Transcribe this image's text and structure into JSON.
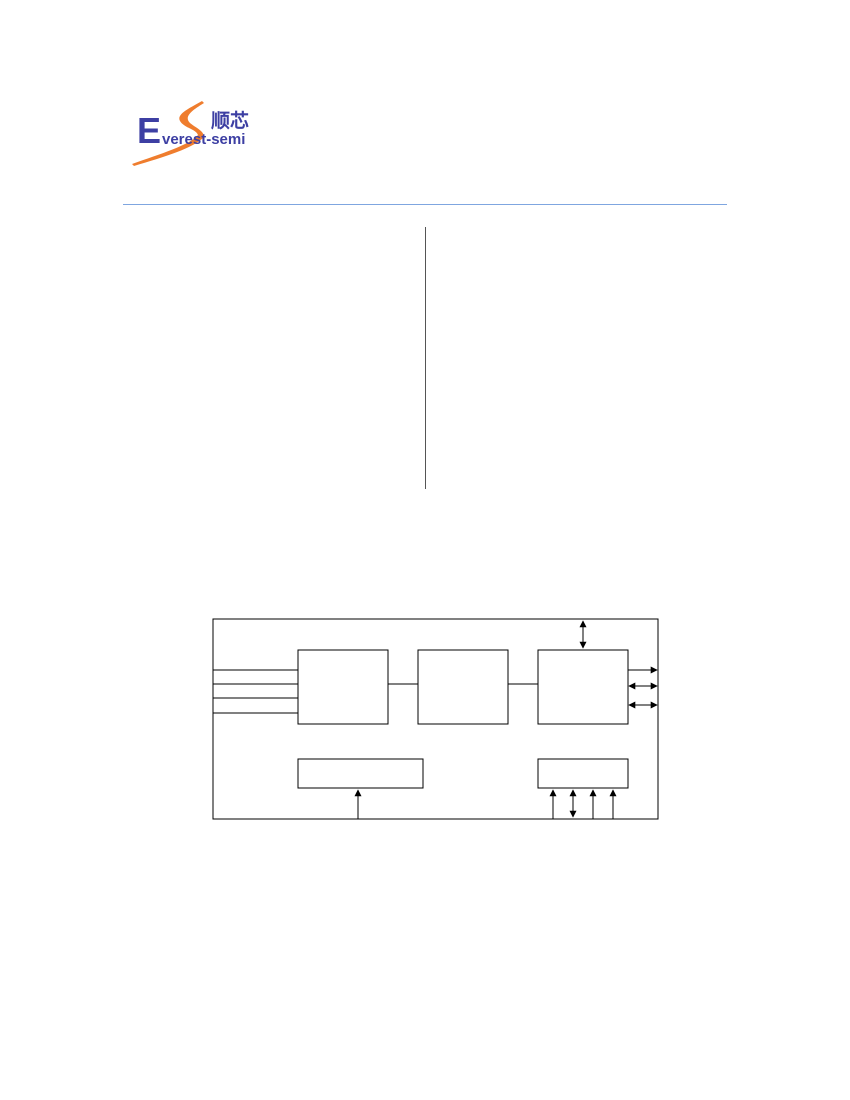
{
  "logo": {
    "chinese_name": "顺芯",
    "letter": "E",
    "wordmark": "verest-semi",
    "colors": {
      "brand_blue": "#3d3fa3",
      "brand_orange": "#ef7d2e"
    }
  },
  "header_rule_color": "#7fa6e0",
  "block_diagram": {
    "blocks": [
      {
        "id": "input-block",
        "label": ""
      },
      {
        "id": "core-block",
        "label": ""
      },
      {
        "id": "output-block",
        "label": ""
      },
      {
        "id": "bottom-left-block",
        "label": ""
      },
      {
        "id": "bottom-right-block",
        "label": ""
      }
    ],
    "input_line_count": 4,
    "bottom_right_pin_count": 4
  }
}
